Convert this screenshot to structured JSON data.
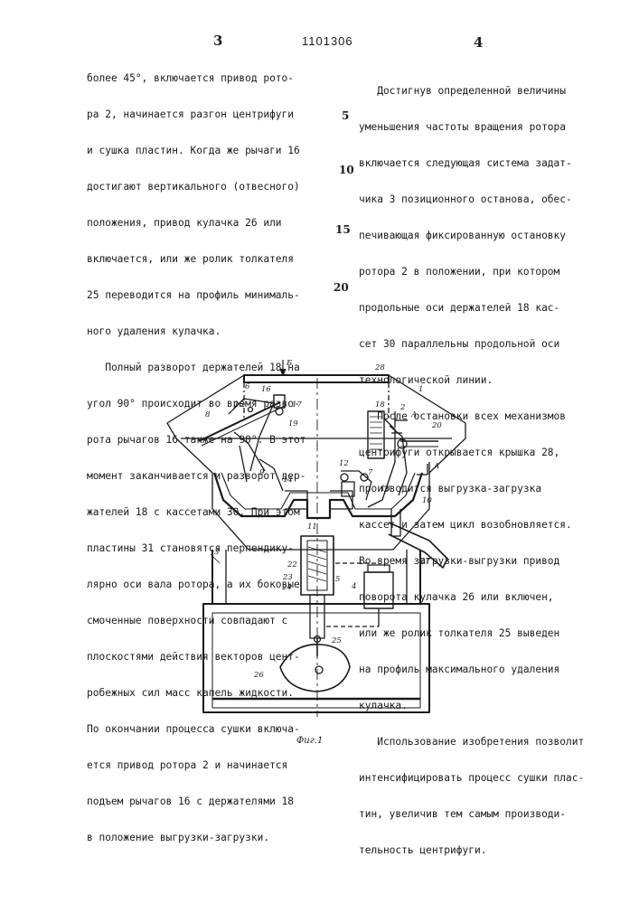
{
  "header": {
    "page_left": "3",
    "doc_number": "1101306",
    "page_right": "4"
  },
  "left_column": [
    "более 45°, включается привод рото-",
    "ра 2, начинается разгон центрифуги",
    "и сушка пластин. Когда же рычаги 16",
    "достигают вертикального (отвесного)",
    "положения, привод кулачка 26 или",
    "включается, или же ролик толкателя",
    "25 переводится на профиль минималь-",
    "ного удаления кулачка.",
    "   Полный разворот держателей 18 на",
    "угол 90° происходит во время разво-",
    "рота рычагов 16 также на 90°. В этот",
    "момент заканчивается и разворот дер-",
    "жателей 18 с кассетами 30. При этом",
    "пластины 31 становятся перпендику-",
    "лярно оси вала ротора, а их боковые",
    "смоченные поверхности совпадают с",
    "плоскостями действия векторов цент-",
    "робежных сил масс капель жидкости.",
    "По окончании процесса сушки включа-",
    "ется привод ротора 2 и начинается",
    "подъем рычагов 16 с держателями 18",
    "в положение выгрузки-загрузки."
  ],
  "right_column": [
    "   Достигнув определенной величины",
    "уменьшения частоты вращения ротора",
    "включается следующая система задат-",
    "чика 3 позиционного останова, обес-",
    "печивающая фиксированную остановку",
    "ротора 2 в положении, при котором",
    "продольные оси держателей 18 кас-",
    "сет 30 параллельны продольной оси",
    "технологической линии.",
    "   После остановки всех механизмов",
    "центрифуги открывается крышка 28,",
    "производится выгрузка-загрузка",
    "кассет и затем цикл возобновляется.",
    "Во время загрузки-выгрузки привод",
    "поворота кулачка 26 или включен,",
    "или же ролик толкателя 25 выведен",
    "на профиль максимального удаления",
    "кулачка.",
    "   Использование изобретения позволит",
    "интенсифицировать процесс сушки плас-",
    "тин, увеличив тем самым производи-",
    "тельность центрифуги."
  ],
  "line_numbers": [
    "5",
    "10",
    "15",
    "20"
  ],
  "figure": {
    "caption": "Фиг.1",
    "labels": [
      "Б",
      "28",
      "16",
      "6",
      "17",
      "15",
      "8",
      "19",
      "18",
      "1",
      "2",
      "А",
      "20",
      "9",
      "14",
      "12",
      "7",
      "13",
      "А",
      "10",
      "11",
      "27",
      "3",
      "22",
      "23",
      "24",
      "5",
      "4",
      "25",
      "26"
    ]
  }
}
